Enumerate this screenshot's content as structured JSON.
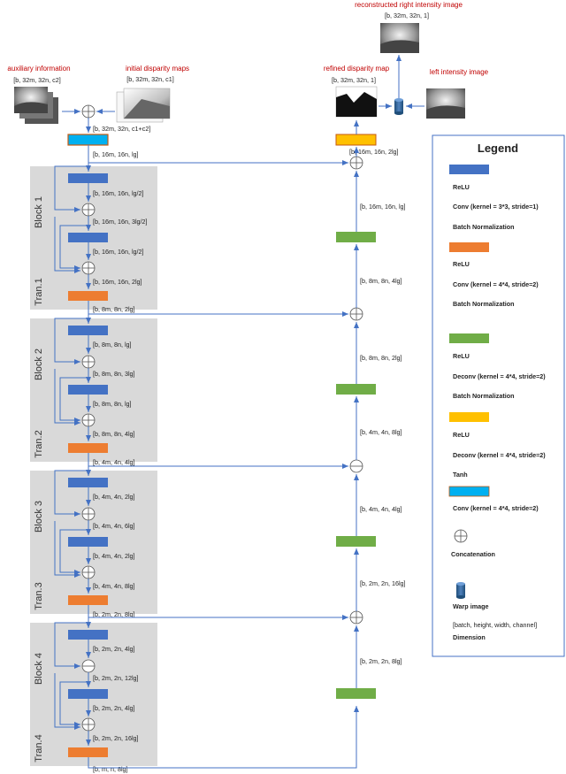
{
  "labels": {
    "aux_info": "auxiliary information",
    "aux_dim": "[b, 32m, 32n, c2]",
    "init_disp": "initial disparity maps",
    "init_dim": "[b, 32m, 32n, c1]",
    "recon_right": "reconstructed right intensity image",
    "recon_dim": "[b, 32m, 32n, 1]",
    "refined_disp": "refined disparity map",
    "refined_dim": "[b, 32m, 32n, 1]",
    "left_int": "left intensity image",
    "concat_dim": "[b, 32m, 32n, c1+c2]"
  },
  "blocks": [
    "Block 1",
    "Tran.1",
    "Block 2",
    "Tran.2",
    "Block 3",
    "Tran.3",
    "Block 4",
    "Tran.4"
  ],
  "encoder_dims": [
    "[b, 16m, 16n, lg]",
    "[b, 16m, 16n, lg/2]",
    "[b, 16m, 16n, 3lg/2]",
    "[b, 16m, 16n, lg/2]",
    "[b, 16m, 16n, 2lg]",
    "[b, 8m, 8n, 2lg]",
    "[b, 8m, 8n, lg]",
    "[b, 8m, 8n, 3lg]",
    "[b, 8m, 8n, lg]",
    "[b, 8m, 8n, 4lg]",
    "[b, 4m, 4n, 4lg]",
    "[b, 4m, 4n, 2lg]",
    "[b, 4m, 4n, 6lg]",
    "[b, 4m, 4n, 2lg]",
    "[b, 4m, 4n, 8lg]",
    "[b, 2m, 2n, 8lg]",
    "[b, 2m, 2n, 4lg]",
    "[b, 2m, 2n, 12lg]",
    "[b, 2m, 2n, 4lg]",
    "[b, 2m, 2n, 16lg]",
    "[b, m, n, 8lg]"
  ],
  "decoder_dims": [
    "[b, 16m, 16n, 2lg]",
    "[b, 16m, 16n, lg]",
    "[b, 8m, 8n, 4lg]",
    "[b, 8m, 8n, 2lg]",
    "[b, 4m, 4n, 8lg]",
    "[b, 4m, 4n, 4lg]",
    "[b, 2m, 2n, 16lg]",
    "[b, 2m, 2n, 8lg]"
  ],
  "legend": {
    "title": "Legend",
    "colors": {
      "blue": "#4472c4",
      "orange": "#ed7d31",
      "green": "#70ad47",
      "yellow": "#ffc000",
      "cyan": "#00b0f0",
      "line": "#4472c4",
      "label_red": "#c00000",
      "block_bg": "#d9d9d9"
    },
    "blue": [
      "ReLU",
      "Conv (kernel = 3*3, stride=1)",
      "Batch Normalization"
    ],
    "orange": [
      "ReLU",
      "Conv (kernel = 4*4, stride=2)",
      "Batch Normalization"
    ],
    "green": [
      "ReLU",
      "Deconv (kernel = 4*4, stride=2)",
      "Batch Normalization"
    ],
    "yellow": [
      "ReLU",
      "Deconv (kernel = 4*4, stride=2)",
      "Tanh"
    ],
    "cyan": [
      "Conv (kernel = 4*4, stride=2)"
    ],
    "concat": "Concatenation",
    "warp": "Warp image",
    "dimension_format": "[batch, height, width, channel]",
    "dimension": "Dimension"
  }
}
